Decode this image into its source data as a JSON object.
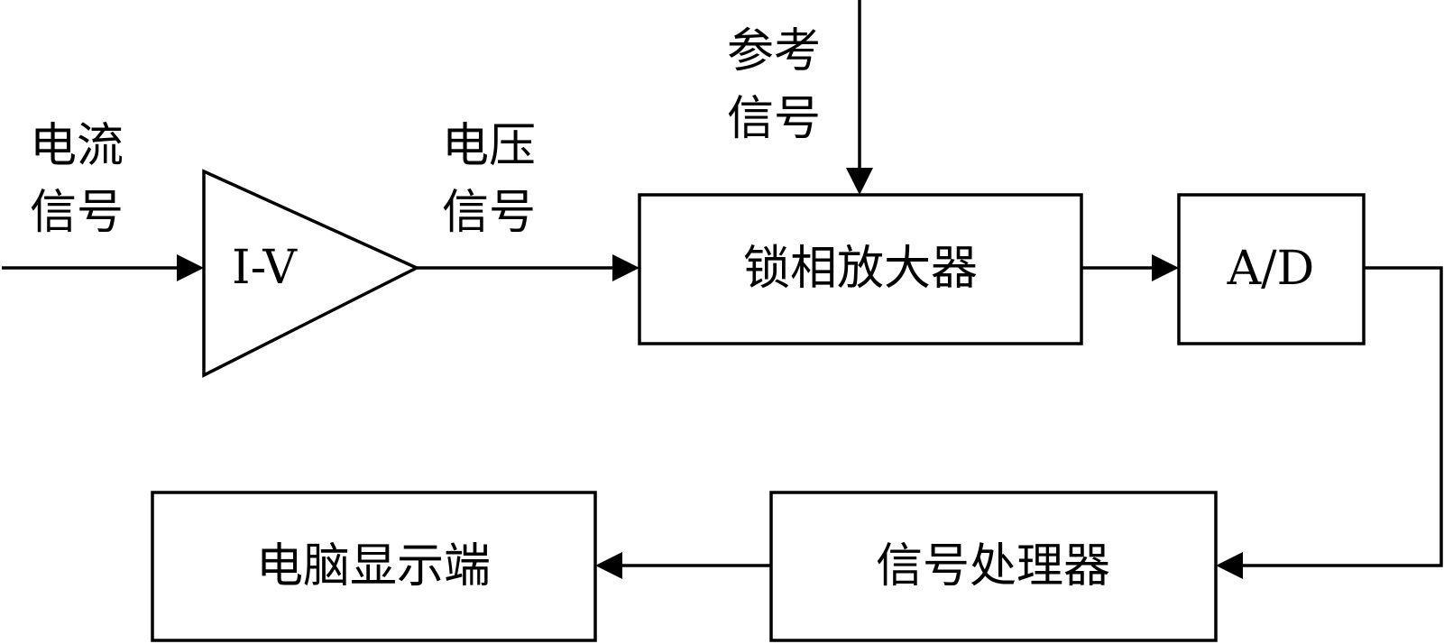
{
  "labels": {
    "current_signal_line1": "电流",
    "current_signal_line2": "信号",
    "voltage_signal_line1": "电压",
    "voltage_signal_line2": "信号",
    "reference_signal_line1": "参考",
    "reference_signal_line2": "信号"
  },
  "blocks": {
    "iv_converter": "I-V",
    "lock_in_amplifier": "锁相放大器",
    "ad_converter": "A/D",
    "signal_processor": "信号处理器",
    "computer_display": "电脑显示端"
  },
  "colors": {
    "stroke": "#000000",
    "background": "#ffffff"
  }
}
